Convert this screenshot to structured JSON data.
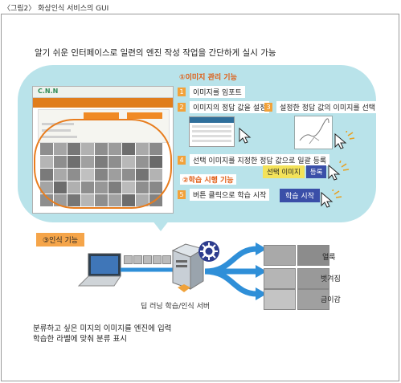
{
  "caption": "〈그림2〉 화상인식 서비스의 GUI",
  "intro": "알기 쉬운 인터페이스로 일련의 엔진 작성 작업을 간단하게 실시 가능",
  "section1_title": "①이미지 관리 기능",
  "steps": [
    {
      "num": "1",
      "label": "이미지를 임포트"
    },
    {
      "num": "2",
      "label": "이미지의 정답 값을 설정"
    },
    {
      "num": "3",
      "label": "설정한 정답 값의 이미지를 선택"
    },
    {
      "num": "4",
      "label": "선택 이미지를 지정한 정답 값으로 일괄 등록"
    },
    {
      "num": "5",
      "label": "버튼 클릭으로 학습 시작"
    }
  ],
  "section2_title": "②학습 시행 기능",
  "select_image_label": "선택 이미지",
  "register_label": "등록",
  "learn_start_label": "학습 시작",
  "section3_title": "③인식 기능",
  "server_label": "딥 러닝 학습/인식 서버",
  "classes": [
    "얼룩",
    "벗겨짐",
    "금이감"
  ],
  "bottom_text_1": "분류하고 싶은 미지의 이미지를 엔진에 입력",
  "bottom_text_2": "학습한 라벨에 맞춰 분류 표시",
  "colors": {
    "bubble": "#b9e3ea",
    "accent": "#e87d1e",
    "arrow": "#2f8fd8",
    "learn_button": "#3a4fa8"
  }
}
